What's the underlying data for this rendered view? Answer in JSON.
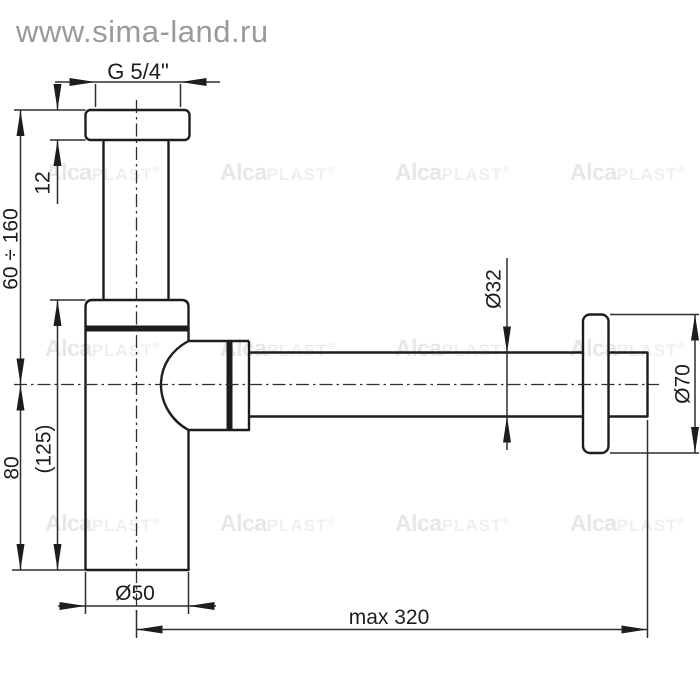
{
  "page": {
    "background": "#ffffff",
    "line_color": "#1d1d1d",
    "dim_line_color": "#2e2e2e",
    "site_watermark_color": "#9a9a9a",
    "brand_watermark_color": "#e9e9e9"
  },
  "site_watermark": {
    "text": "www.sima-land.ru"
  },
  "brand_watermark": {
    "bold": "Alca",
    "rest": "PLAST",
    "reg": "®"
  },
  "drawing": {
    "subject": "bottle-trap-siphon-technical-drawing",
    "labels": {
      "thread": "G 5/4\"",
      "nut_height": "12",
      "inlet_height_range": "60 ÷ 160",
      "body_height_ref": "(125)",
      "outlet_height": "80",
      "body_diameter": "Ø50",
      "pipe_diameter": "Ø32",
      "flange_diameter": "Ø70",
      "max_length": "max 320"
    }
  }
}
